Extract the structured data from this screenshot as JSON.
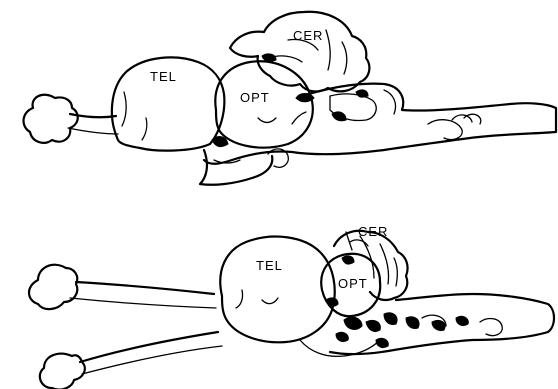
{
  "upper_brain": {
    "labels": {
      "cerebellum": "CER",
      "telencephalon": "TEL",
      "optic_tectum": "OPT"
    }
  },
  "lower_brain": {
    "labels": {
      "cerebellum": "CER",
      "telencephalon": "TEL",
      "optic_tectum": "OPT"
    }
  }
}
